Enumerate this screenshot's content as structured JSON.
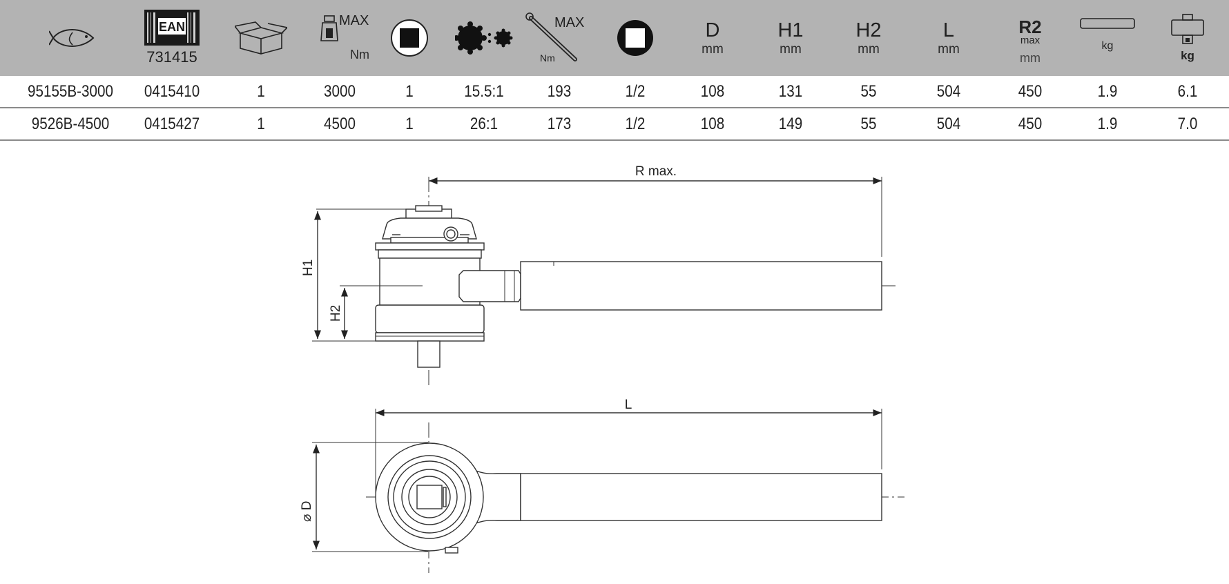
{
  "header": {
    "ean_code": "731415",
    "torque_max_label": "MAX",
    "torque_unit": "Nm",
    "output_torque_max_label": "MAX",
    "output_torque_unit": "Nm",
    "d_label": "D",
    "d_unit": "mm",
    "h1_label": "H1",
    "h1_unit": "mm",
    "h2_label": "H2",
    "h2_unit": "mm",
    "l_label": "L",
    "l_unit": "mm",
    "r2_label": "R2",
    "r2_sub": "max",
    "r2_unit": "mm",
    "bar_weight_unit": "kg",
    "weight_unit": "kg"
  },
  "icons": {
    "product_code": "fish-icon",
    "ean": "barcode-icon",
    "pack": "box-icon",
    "torque": "socket-torque-icon",
    "drive": "square-drive-icon",
    "ratio": "gear-ratio-icon",
    "handle_torque": "wrench-torque-icon",
    "square": "square-drive-outline-icon",
    "bar": "reaction-bar-icon",
    "weight": "multiplier-weight-icon"
  },
  "rows": [
    {
      "code": "95155B-3000",
      "ean": "0415410",
      "pack": "1",
      "torque": "3000",
      "drive": "1",
      "ratio": "15.5:1",
      "input_torque": "193",
      "square": "1/2",
      "d": "108",
      "h1": "131",
      "h2": "55",
      "l": "504",
      "r2": "450",
      "bar_kg": "1.9",
      "kg": "6.1"
    },
    {
      "code": "9526B-4500",
      "ean": "0415427",
      "pack": "1",
      "torque": "4500",
      "drive": "1",
      "ratio": "26:1",
      "input_torque": "173",
      "square": "1/2",
      "d": "108",
      "h1": "149",
      "h2": "55",
      "l": "504",
      "r2": "450",
      "bar_kg": "1.9",
      "kg": "7.0"
    }
  ],
  "drawing": {
    "r_max_label": "R max.",
    "h1_label": "H1",
    "h2_label": "H2",
    "l_label": "L",
    "d_label": "⌀ D"
  }
}
